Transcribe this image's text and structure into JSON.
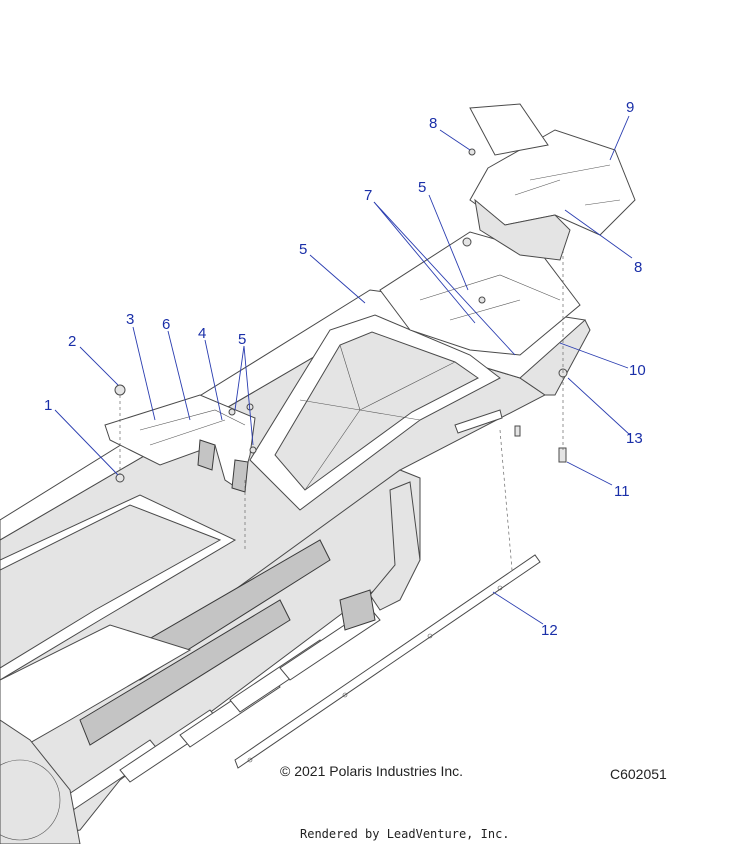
{
  "callouts": {
    "c1": "1",
    "c2": "2",
    "c3": "3",
    "c4": "4",
    "c5a": "5",
    "c5b": "5",
    "c5c": "5",
    "c6": "6",
    "c7": "7",
    "c8a": "8",
    "c8b": "8",
    "c9": "9",
    "c10": "10",
    "c11": "11",
    "c12": "12",
    "c13": "13"
  },
  "footer": {
    "copyright": "© 2021 Polaris Industries Inc.",
    "diagram_id": "C602051",
    "rendered_by": "Rendered by LeadVenture, Inc."
  },
  "colors": {
    "callout": "#1a2fa8",
    "line": "#4a4a4a"
  }
}
